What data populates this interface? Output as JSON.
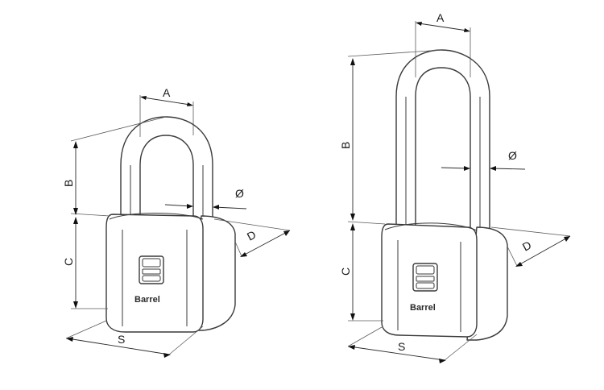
{
  "lock_small": {
    "brand": "Barrel",
    "labels": {
      "a": "A",
      "b": "B",
      "c": "C",
      "d": "D",
      "s": "S",
      "phi": "Ø"
    }
  },
  "lock_long": {
    "brand": "Barrel",
    "labels": {
      "a": "A",
      "b": "B",
      "c": "C",
      "d": "D",
      "s": "S",
      "phi": "Ø"
    }
  },
  "colors": {
    "line": "#3a3a3a",
    "arrow": "#111111",
    "background": "#ffffff"
  }
}
